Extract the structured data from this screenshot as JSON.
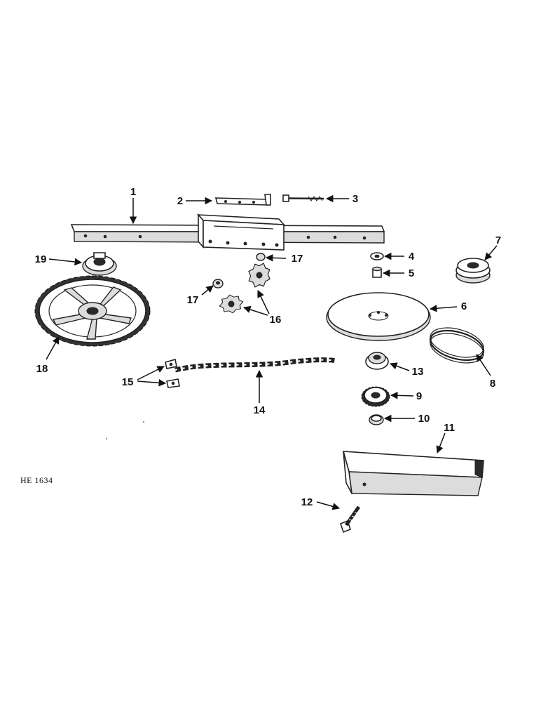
{
  "figure_code": "HE 1634",
  "callouts": {
    "c1": "1",
    "c2": "2",
    "c3": "3",
    "c4": "4",
    "c5": "5",
    "c6": "6",
    "c7": "7",
    "c8": "8",
    "c9": "9",
    "c10": "10",
    "c11": "11",
    "c12": "12",
    "c13": "13",
    "c14": "14",
    "c15": "15",
    "c16": "16",
    "c17a": "17",
    "c17b": "17",
    "c18": "18",
    "c19": "19"
  }
}
